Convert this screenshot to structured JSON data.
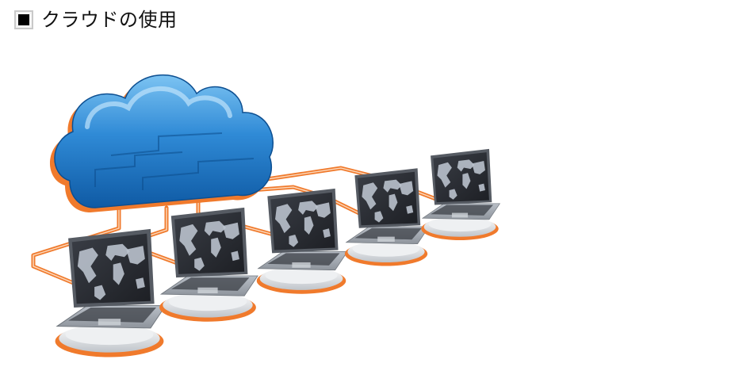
{
  "heading": {
    "bullet_icon": "square-bullet-icon",
    "text": "クラウドの使用"
  },
  "illustration": {
    "subject": "cloud-network-illustration",
    "cloud_icon": "cloud-icon",
    "laptop_icon": "laptop-icon",
    "laptop_count": 5,
    "colors": {
      "cloud_blue": "#1f78c6",
      "cloud_light": "#5fb2ea",
      "cable_orange": "#f07a2c",
      "base_silver": "#d9dde2",
      "screen_dark": "#2a2d33",
      "map_light": "#b9c1cc"
    }
  }
}
